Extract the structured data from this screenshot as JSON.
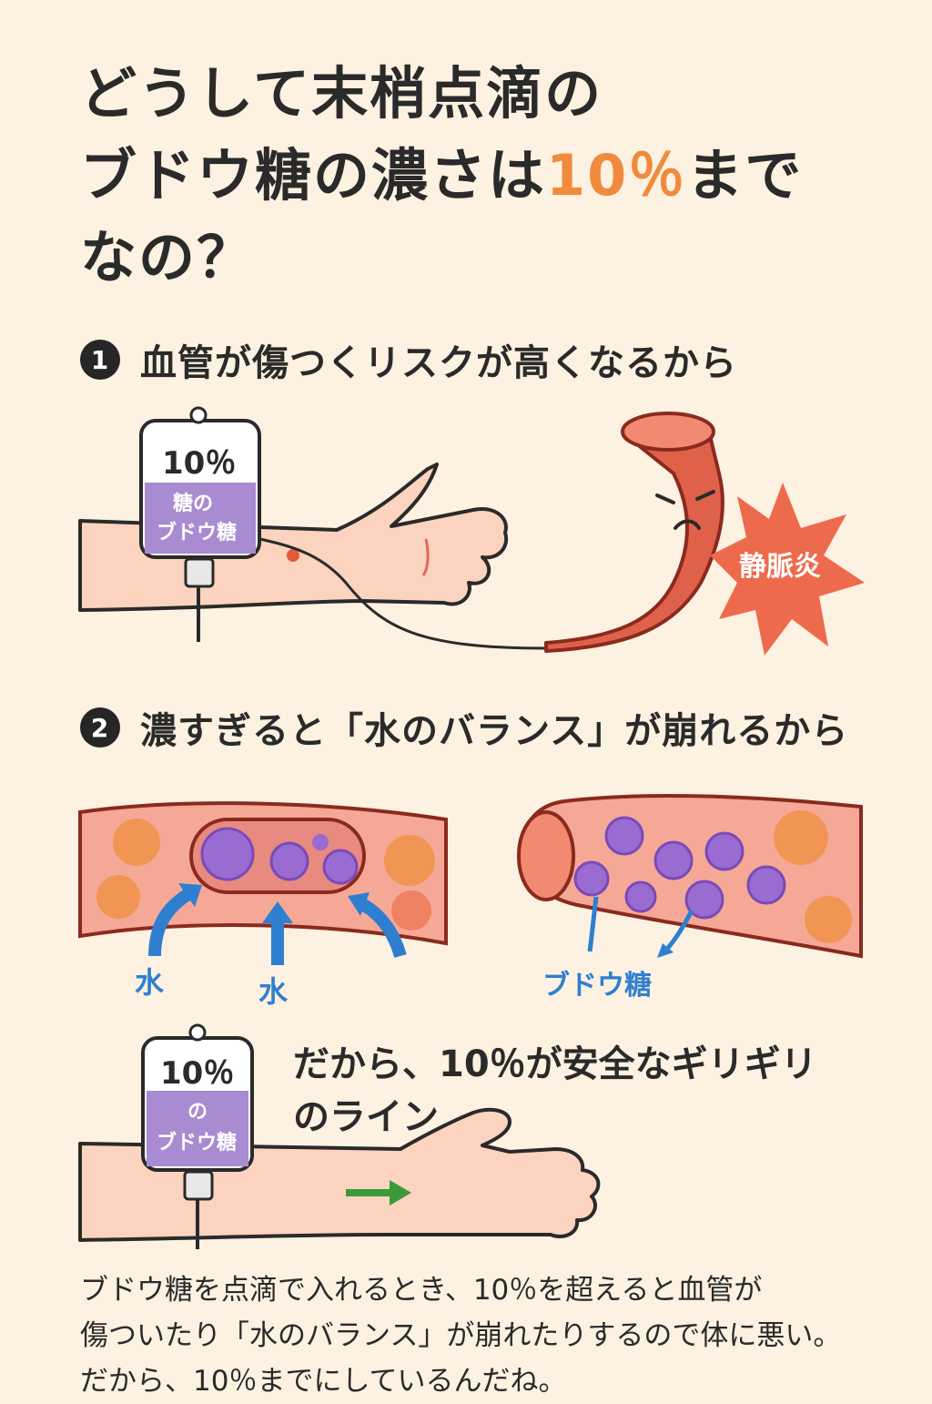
{
  "title": {
    "line1": "どうして末梢点滴の",
    "line2_pre": "ブドウ糖の濃さは",
    "line2_accent": "10％",
    "line2_post": "まで",
    "line3": "なの？"
  },
  "section1": {
    "number": "1",
    "label": "血管が傷つくリスクが高くなるから"
  },
  "section2": {
    "number": "2",
    "label": "濃すぎると「水のバランス」が崩れるから"
  },
  "iv_bag_1": {
    "concentration": "10％",
    "line1": "糖の",
    "line2": "ブドウ糖"
  },
  "iv_bag_2": {
    "concentration": "10％",
    "line1": "の",
    "line2": "ブドウ糖"
  },
  "phlebitis_label": "静脈炎",
  "diagram2": {
    "water_left": "水",
    "water_mid": "水",
    "glucose": "ブドウ糖"
  },
  "conclusion": {
    "line1": "だから、10％が安全なギリギリ",
    "line2": "のライン"
  },
  "summary": {
    "line1": "ブドウ糖を点滴で入れるとき、10％を超えると血管が",
    "line2": "傷ついたり「水のバランス」が崩れたりするので体に悪い。",
    "line3": "だから、10％までにしているんだね。"
  },
  "colors": {
    "accent": "#f08a3c",
    "background": "#fdf1e1",
    "vein": "#e0614a",
    "bag_fill": "#a88bd0",
    "water_arrow": "#2f7fd0",
    "flow_arrow": "#3a9a3a"
  }
}
